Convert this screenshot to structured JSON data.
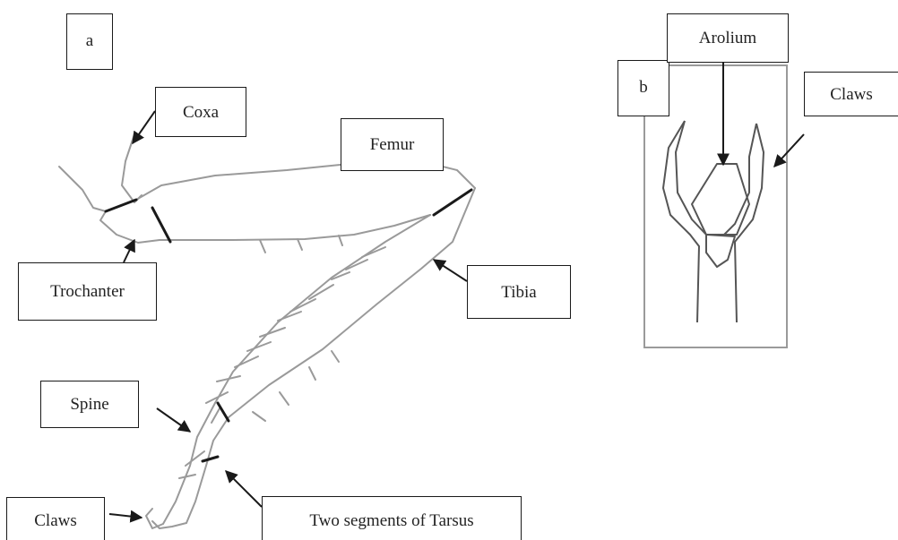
{
  "colors": {
    "leg_outline": "#9a9a9a",
    "joint_line": "#1a1a1a",
    "arrow": "#1a1a1a",
    "box_border": "#1a1a1a"
  },
  "panels": {
    "a": "a",
    "b": "b"
  },
  "labels": {
    "coxa": "Coxa",
    "femur": "Femur",
    "trochanter": "Trochanter",
    "tibia": "Tibia",
    "spine": "Spine",
    "claws": "Claws",
    "tarsus": "Two segments of Tarsus",
    "arolium": "Arolium",
    "claws_b": "Claws"
  }
}
